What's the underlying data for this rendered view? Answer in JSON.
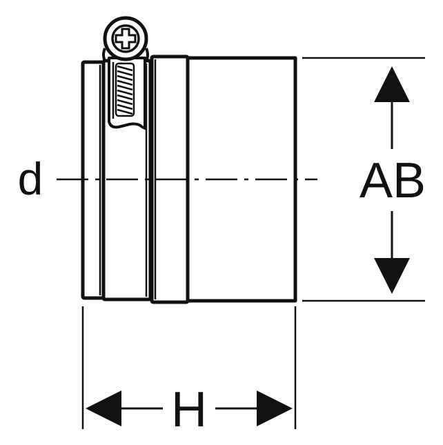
{
  "labels": {
    "diameter": "d",
    "outer_dimension": "AB",
    "height": "H"
  },
  "colors": {
    "line": "#111111",
    "background": "#ffffff"
  }
}
